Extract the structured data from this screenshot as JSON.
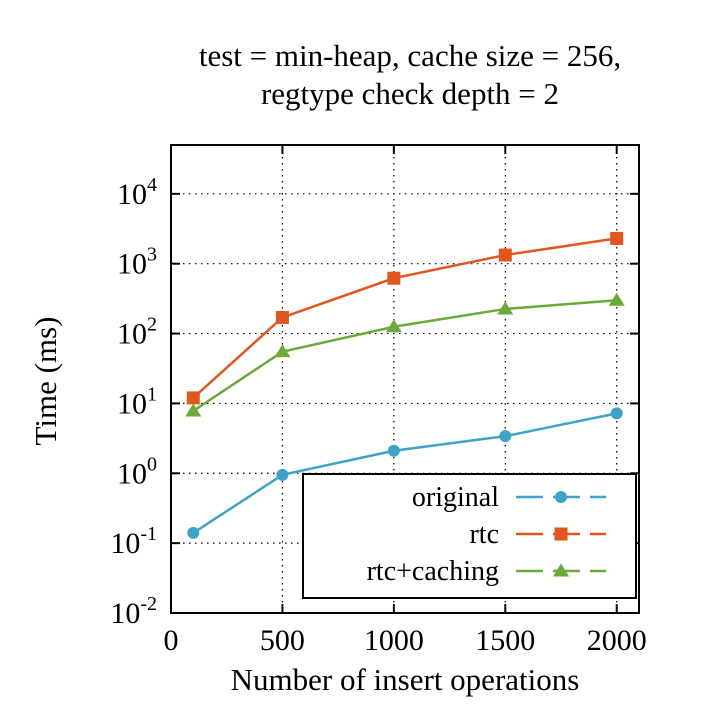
{
  "chart_data": {
    "type": "line",
    "title_lines": [
      "test = min-heap, cache size = 256,",
      "regtype check depth = 2"
    ],
    "xlabel": "Number of insert operations",
    "ylabel": "Time (ms)",
    "x_scale": "linear",
    "y_scale": "log",
    "xlim": [
      0,
      2100
    ],
    "ylim": [
      0.01,
      50000
    ],
    "x_ticks": [
      0,
      500,
      1000,
      1500,
      2000
    ],
    "y_ticks": [
      {
        "value": 0.01,
        "base": "10",
        "exp": "-2"
      },
      {
        "value": 0.1,
        "base": "10",
        "exp": "-1"
      },
      {
        "value": 1,
        "base": "10",
        "exp": "0"
      },
      {
        "value": 10,
        "base": "10",
        "exp": "1"
      },
      {
        "value": 100,
        "base": "10",
        "exp": "2"
      },
      {
        "value": 1000,
        "base": "10",
        "exp": "3"
      },
      {
        "value": 10000,
        "base": "10",
        "exp": "4"
      }
    ],
    "grid": true,
    "legend_position": "bottom-right",
    "series": [
      {
        "name": "original",
        "color": "#3fa3c8",
        "marker": "circle",
        "x": [
          100,
          500,
          1000,
          1500,
          2000
        ],
        "y": [
          0.14,
          0.95,
          2.1,
          3.4,
          7.2
        ]
      },
      {
        "name": "rtc",
        "color": "#e0561f",
        "marker": "square",
        "x": [
          100,
          500,
          1000,
          1500,
          2000
        ],
        "y": [
          12,
          170,
          620,
          1330,
          2300
        ]
      },
      {
        "name": "rtc+caching",
        "color": "#6aaa3a",
        "marker": "triangle",
        "x": [
          100,
          500,
          1000,
          1500,
          2000
        ],
        "y": [
          7.8,
          55,
          125,
          225,
          300
        ]
      }
    ]
  }
}
